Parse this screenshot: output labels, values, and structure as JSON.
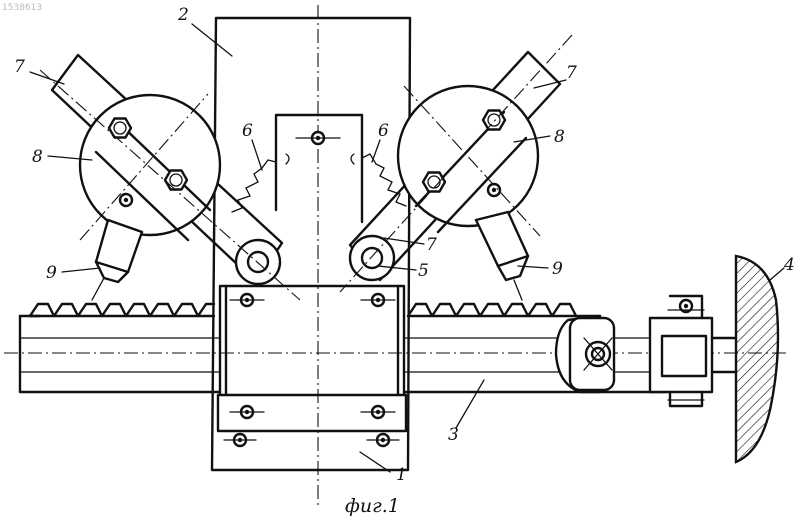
{
  "watermark": "1538613",
  "caption": "фиг.1",
  "labels": {
    "l1": "1",
    "l2": "2",
    "l3": "3",
    "l4": "4",
    "l5": "5",
    "l6a": "6",
    "l6b": "6",
    "l7a": "7",
    "l7b": "7",
    "l8a": "8",
    "l8b": "8",
    "l9a": "9",
    "l9b": "9"
  }
}
